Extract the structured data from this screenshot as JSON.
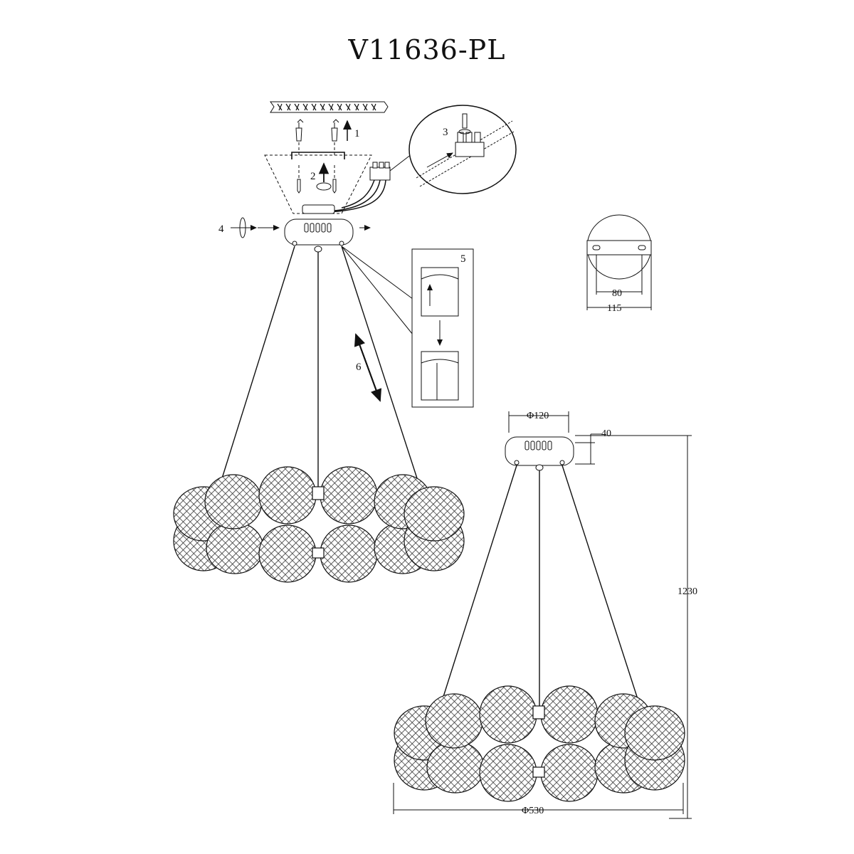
{
  "title": "V11636-PL",
  "steps": {
    "s1": "1",
    "s2": "2",
    "s3": "3",
    "s4": "4",
    "s5": "5",
    "s6": "6"
  },
  "dimensions": {
    "plate_dia": "80",
    "plate_width": "115",
    "canopy_dia": "Φ120",
    "canopy_height": "40",
    "total_height": "1230",
    "body_dia": "Φ530"
  }
}
